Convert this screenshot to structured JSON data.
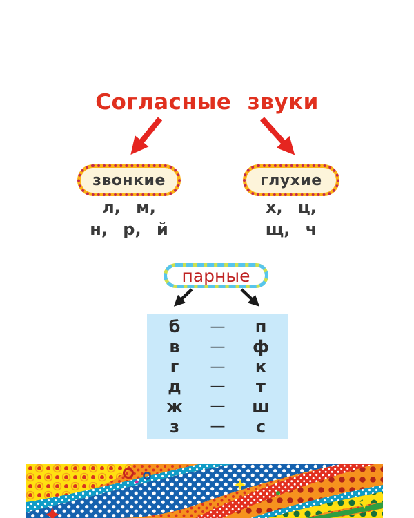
{
  "title": "Согласные звуки",
  "groups": [
    {
      "label": "звонкие",
      "line1": "л, м,",
      "line2": "н, р, й"
    },
    {
      "label": "глухие",
      "line1": "х, ц,",
      "line2": "щ, ч"
    }
  ],
  "paired": {
    "label": "парные",
    "dash": "—",
    "pairs": [
      {
        "left": "б",
        "right": "п"
      },
      {
        "left": "в",
        "right": "ф"
      },
      {
        "left": "г",
        "right": "к"
      },
      {
        "left": "д",
        "right": "т"
      },
      {
        "left": "ж",
        "right": "ш"
      },
      {
        "left": "з",
        "right": "с"
      }
    ]
  },
  "colors": {
    "title_red": "#e0301e",
    "arrow_red": "#e52520",
    "arrow_black": "#1a1a1a",
    "capsule_border_yellow": "#fcb316",
    "capsule_dots_red": "#c22a50",
    "capsule_fill_cream": "#fdf4da",
    "paired_border_blue": "#57c5ec",
    "paired_border_green": "#cde04e",
    "paired_text_red": "#bf2222",
    "table_fill_blue": "#c9e9fa",
    "letters_dark": "#333333",
    "footer_palette": [
      "#ffe011",
      "#f6921e",
      "#d8351f",
      "#0f9cc7",
      "#1561ae",
      "#e22f1f",
      "#b02418",
      "#17703a",
      "#2f9e41",
      "#ffffff"
    ]
  }
}
